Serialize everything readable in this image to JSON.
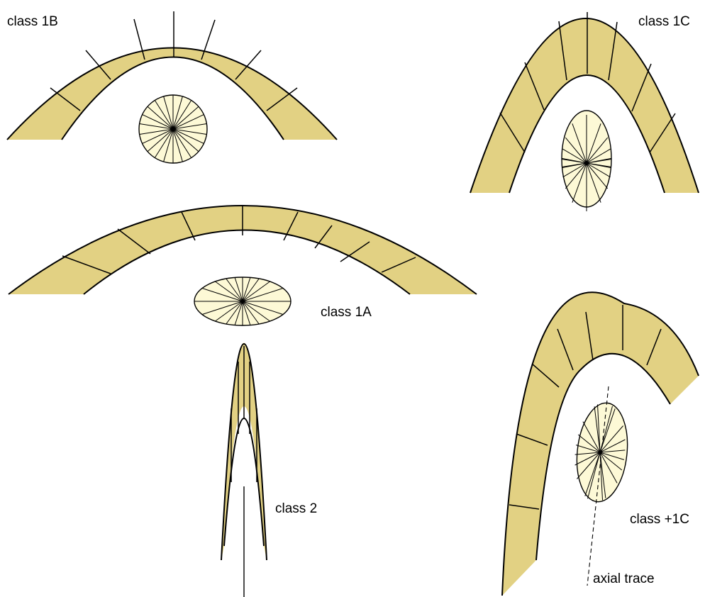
{
  "colors": {
    "band_fill": "#e2d183",
    "ellipse_fill": "#fdf9d6",
    "line": "#000000"
  },
  "labels": {
    "class_1b": "class 1B",
    "class_1c": "class 1C",
    "class_1a": "class 1A",
    "class_2": "class 2",
    "class_plus_1c": "class +1C",
    "axial_trace": "axial trace"
  }
}
